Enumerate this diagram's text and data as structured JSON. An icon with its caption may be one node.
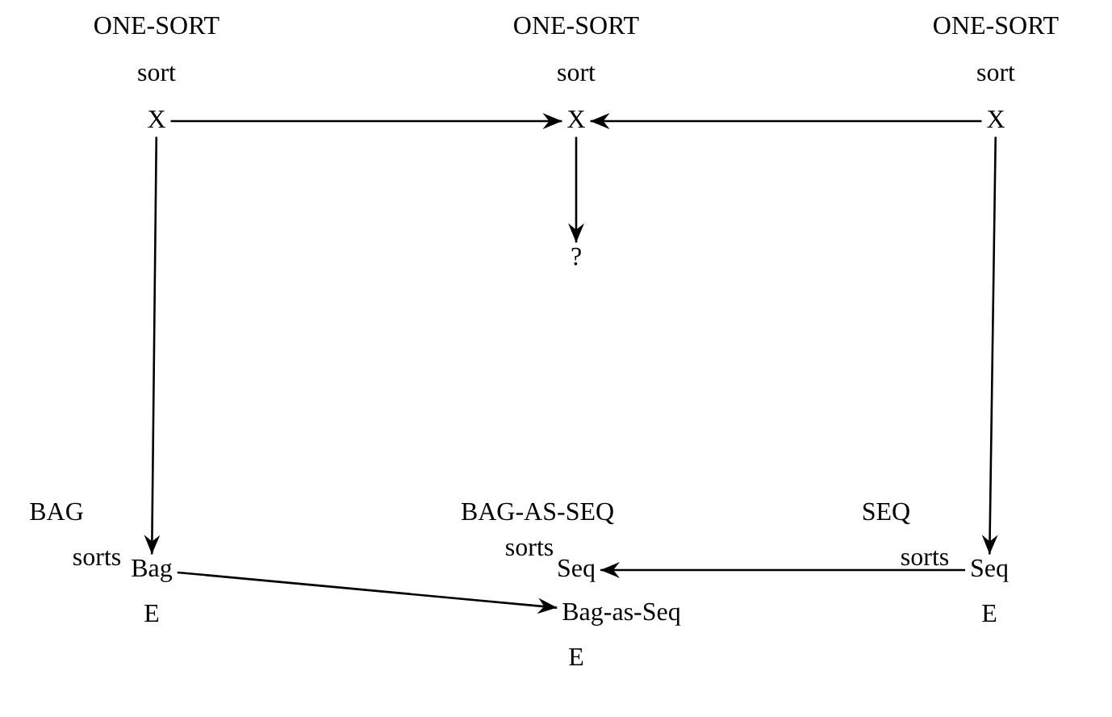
{
  "diagram": {
    "nodes": [
      {
        "text": [
          "X"
        ],
        "beside": [
          "ONE-SORT",
          "sort"
        ]
      },
      {
        "text": [
          "X"
        ],
        "beside": [
          "ONE-SORT",
          "sort"
        ]
      },
      {
        "text": [
          "X"
        ],
        "beside": [
          "ONE-SORT",
          "sort"
        ]
      },
      {
        "text": [
          "?"
        ]
      },
      {
        "text": [
          "Bag"
        ],
        "beside": [
          "BAG",
          "sorts",
          "E"
        ]
      },
      {
        "text": [
          "Seq"
        ],
        "beside": [
          "BAG-AS-SEQ",
          "sorts"
        ]
      },
      {
        "text": [
          "Bag-as-Seq"
        ],
        "beside": [
          "E"
        ]
      },
      {
        "text": [
          "Seq"
        ],
        "beside": [
          "SEQ",
          "sorts",
          "E"
        ]
      }
    ],
    "edges": [
      {
        "from": 0,
        "to": 1,
        "arrow": "to"
      },
      {
        "from": 2,
        "to": 1,
        "arrow": "to"
      },
      {
        "from": 1,
        "to": 3,
        "arrow": "to"
      },
      {
        "from": 0,
        "to": 4,
        "arrow": "to"
      },
      {
        "from": 2,
        "to": 7,
        "arrow": "to"
      },
      {
        "from": 7,
        "to": 5,
        "arrow": "to"
      },
      {
        "from": 4,
        "to": 6,
        "arrow": "to"
      }
    ]
  }
}
